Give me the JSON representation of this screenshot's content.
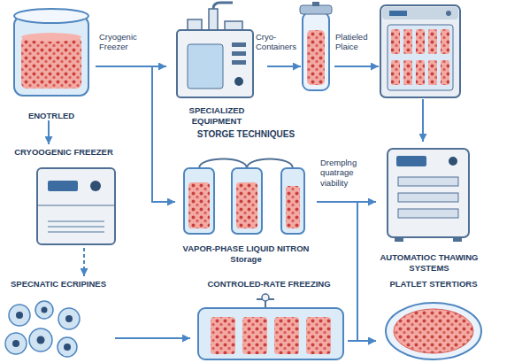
{
  "diagram": {
    "nodes": [
      {
        "text": [
          "ENOTRLED"
        ]
      },
      {
        "text": [
          "SPECIALIZED EQUIPMENT"
        ]
      },
      {
        "text": [
          "Cryo- Containers"
        ]
      },
      {
        "text": [
          "Platieled Plaice"
        ]
      },
      {
        "text": [
          "CRYOOGENIC FREEZER"
        ]
      },
      {
        "text": [
          "VAPOR-PHASE LIQUID NITRON Storage"
        ]
      },
      {
        "text": [
          "AUTOMATIOC THAWING SYSTEMS"
        ]
      },
      {
        "text": [
          "SPECNATIC ECRIPINES"
        ]
      },
      {
        "text": [
          "CONTROLED-RATE FREEZING"
        ]
      },
      {
        "text": [
          "PLATLET STERTIORS"
        ]
      }
    ],
    "edges": [
      {
        "from": 0,
        "to": 1,
        "arrow": "to",
        "label": "Cryogenic Freezer"
      },
      {
        "from": 0,
        "to": 4,
        "arrow": "to"
      },
      {
        "from": 1,
        "to": 2,
        "arrow": "to"
      },
      {
        "from": 2,
        "to": 3,
        "arrow": "to"
      },
      {
        "from": 3,
        "to": 6,
        "arrow": "to"
      },
      {
        "from": 0,
        "to": 5,
        "arrow": "to"
      },
      {
        "from": 5,
        "to": 6,
        "arrow": "to",
        "label": "Dremplng quatrage viability"
      },
      {
        "from": 4,
        "to": 7,
        "arrow": "to"
      },
      {
        "from": 7,
        "to": 8,
        "arrow": "to"
      },
      {
        "from": 5,
        "to": 9,
        "arrow": "to"
      },
      {
        "from": 8,
        "to": 9,
        "arrow": "to"
      }
    ],
    "labels": [
      "STORGE TECHNIQUES"
    ]
  }
}
